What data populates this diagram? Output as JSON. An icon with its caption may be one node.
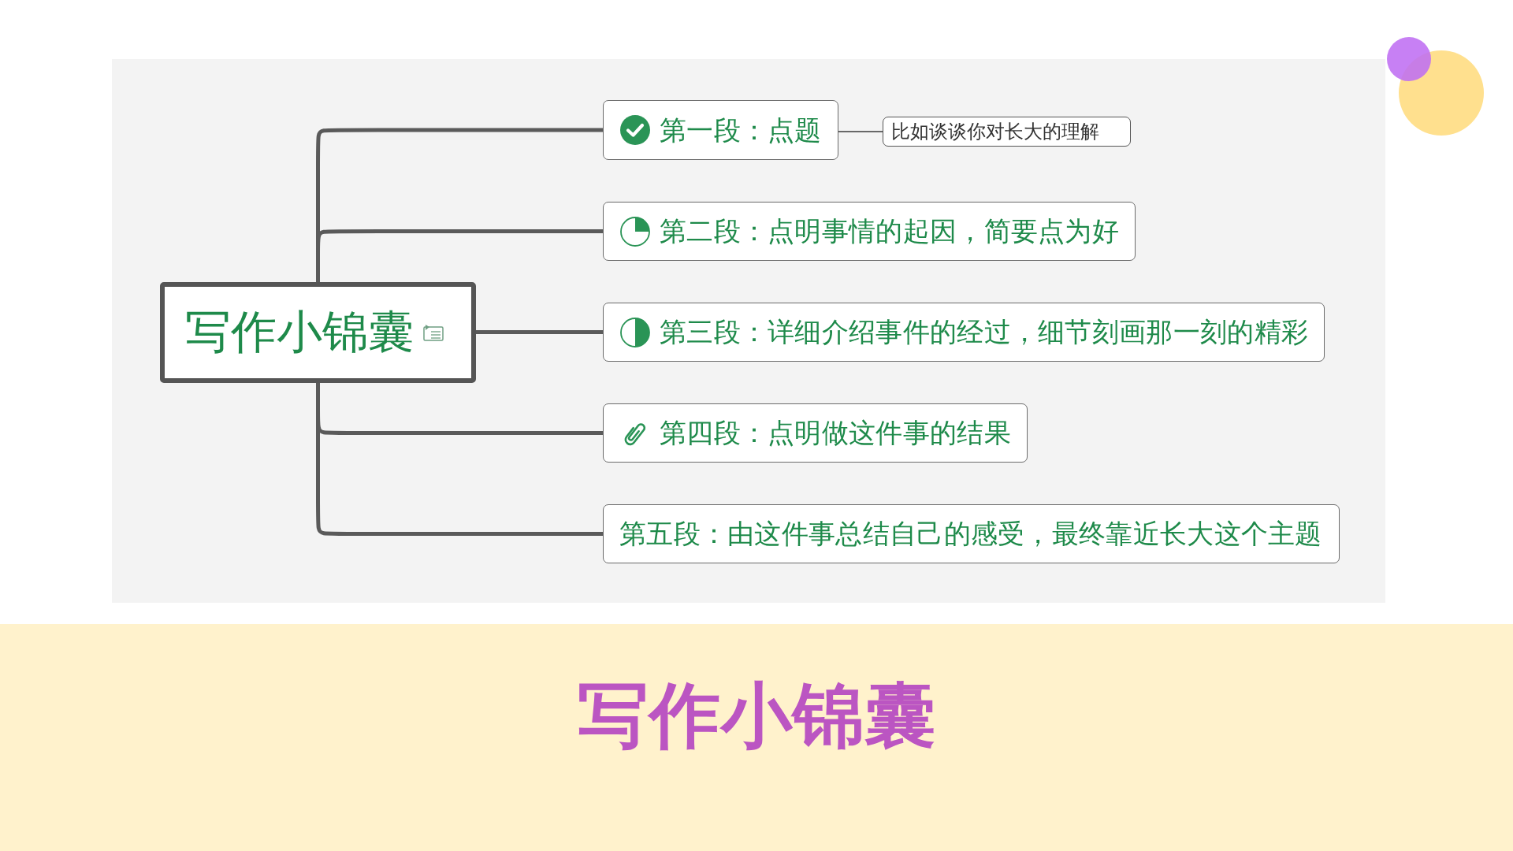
{
  "diagram": {
    "title": "写作小锦囊",
    "nodes": [
      {
        "text": [
          "写作小锦囊"
        ]
      },
      {
        "text": [
          "第一段：点题"
        ]
      },
      {
        "text": [
          "第二段：点明事情的起因，简要点为好"
        ]
      },
      {
        "text": [
          "第三段：详细介绍事件的经过，细节刻画那一刻的精彩"
        ]
      },
      {
        "text": [
          "第四段：点明做这件事的结果"
        ]
      },
      {
        "text": [
          "第五段：由这件事总结自己的感受，最终靠近长大这个主题"
        ]
      },
      {
        "text": [
          "比如谈谈你对长大的理解"
        ]
      }
    ],
    "edges": [
      {
        "from": 0,
        "to": 1,
        "arrow": "none"
      },
      {
        "from": 0,
        "to": 2,
        "arrow": "none"
      },
      {
        "from": 0,
        "to": 3,
        "arrow": "none"
      },
      {
        "from": 0,
        "to": 4,
        "arrow": "none"
      },
      {
        "from": 0,
        "to": 5,
        "arrow": "none"
      },
      {
        "from": 1,
        "to": 6,
        "arrow": "none"
      }
    ]
  }
}
